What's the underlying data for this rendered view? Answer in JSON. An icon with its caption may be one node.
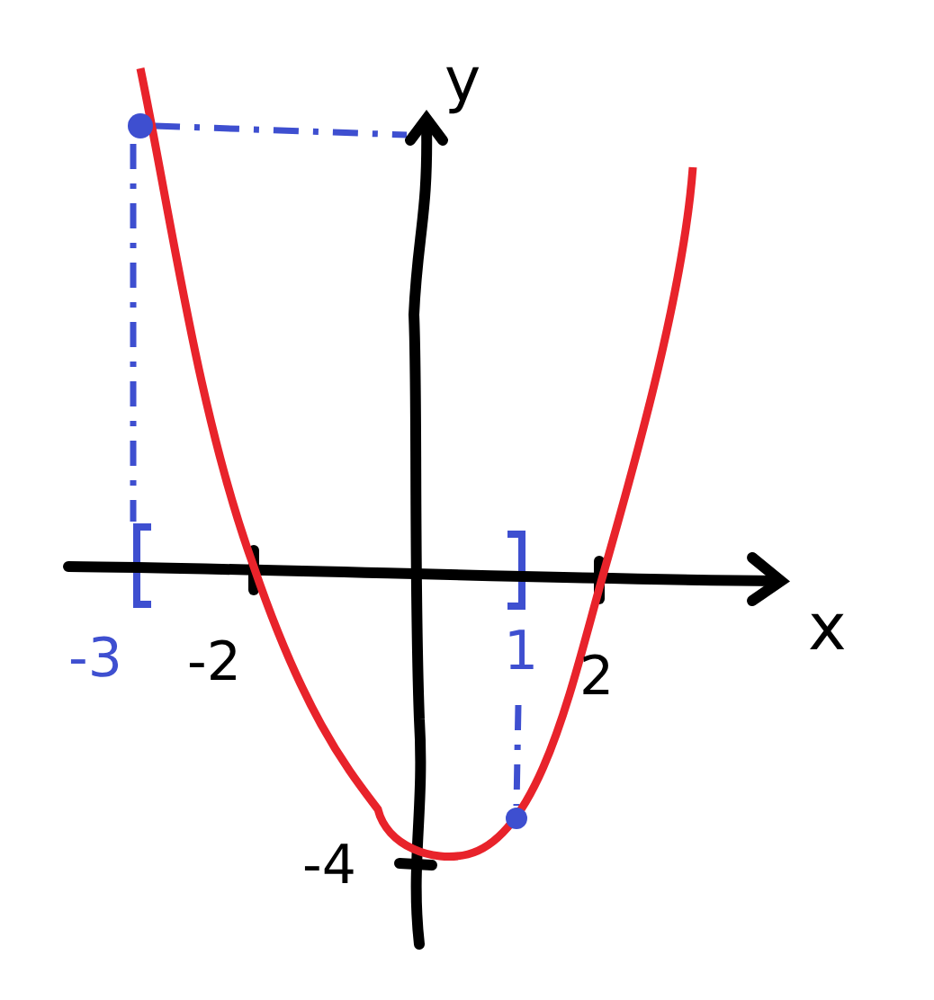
{
  "diagram": {
    "labels": [
      "y",
      "x",
      "-3",
      "-2",
      "1",
      "2",
      "-4"
    ]
  }
}
